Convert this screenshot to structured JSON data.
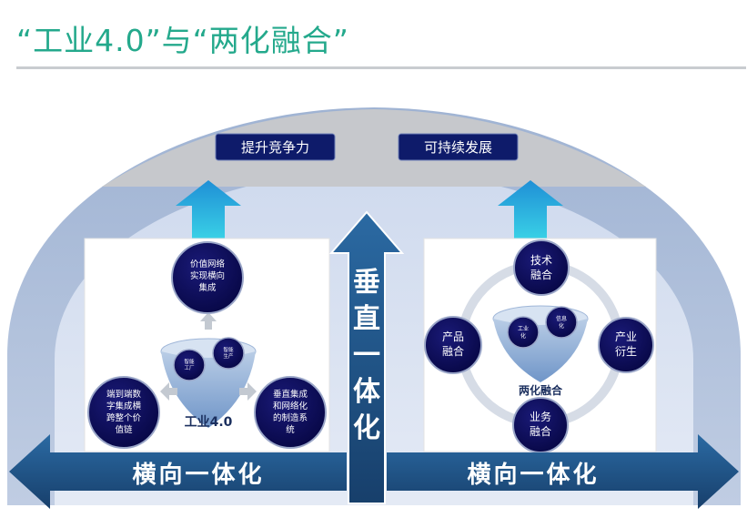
{
  "title": "“工业4.0”与“两化融合”",
  "goals": [
    "提升竞争力",
    "可持续发展"
  ],
  "vertical_label": "垂直一体化",
  "horizontal_label": "横向一体化",
  "left_panel": {
    "center_label": "工业4.0",
    "top_node": [
      "价值网络",
      "实现横向",
      "集成"
    ],
    "left_node": [
      "端到端数",
      "字集成横",
      "跨整个价",
      "值链"
    ],
    "right_node": [
      "垂直集成",
      "和网络化",
      "的制造系",
      "统"
    ],
    "small_nodes": [
      [
        "智能",
        "工厂"
      ],
      [
        "智能",
        "生产"
      ]
    ]
  },
  "right_panel": {
    "center_label": "两化融合",
    "top_node": [
      "技术",
      "融合"
    ],
    "left_node": [
      "产品",
      "融合"
    ],
    "right_node": [
      "产业",
      "衍生"
    ],
    "bottom_node": [
      "业务",
      "融合"
    ],
    "small_nodes": [
      [
        "工业",
        "化"
      ],
      [
        "信息",
        "化"
      ]
    ]
  },
  "colors": {
    "title": "#24a98c",
    "node_fill": "#0b0b5c",
    "arrow_dark": "#1d4f80",
    "arch_outer": "#adbdd6",
    "arch_top": "#c6c8cc",
    "up_arrow": "#2bb3e0"
  }
}
